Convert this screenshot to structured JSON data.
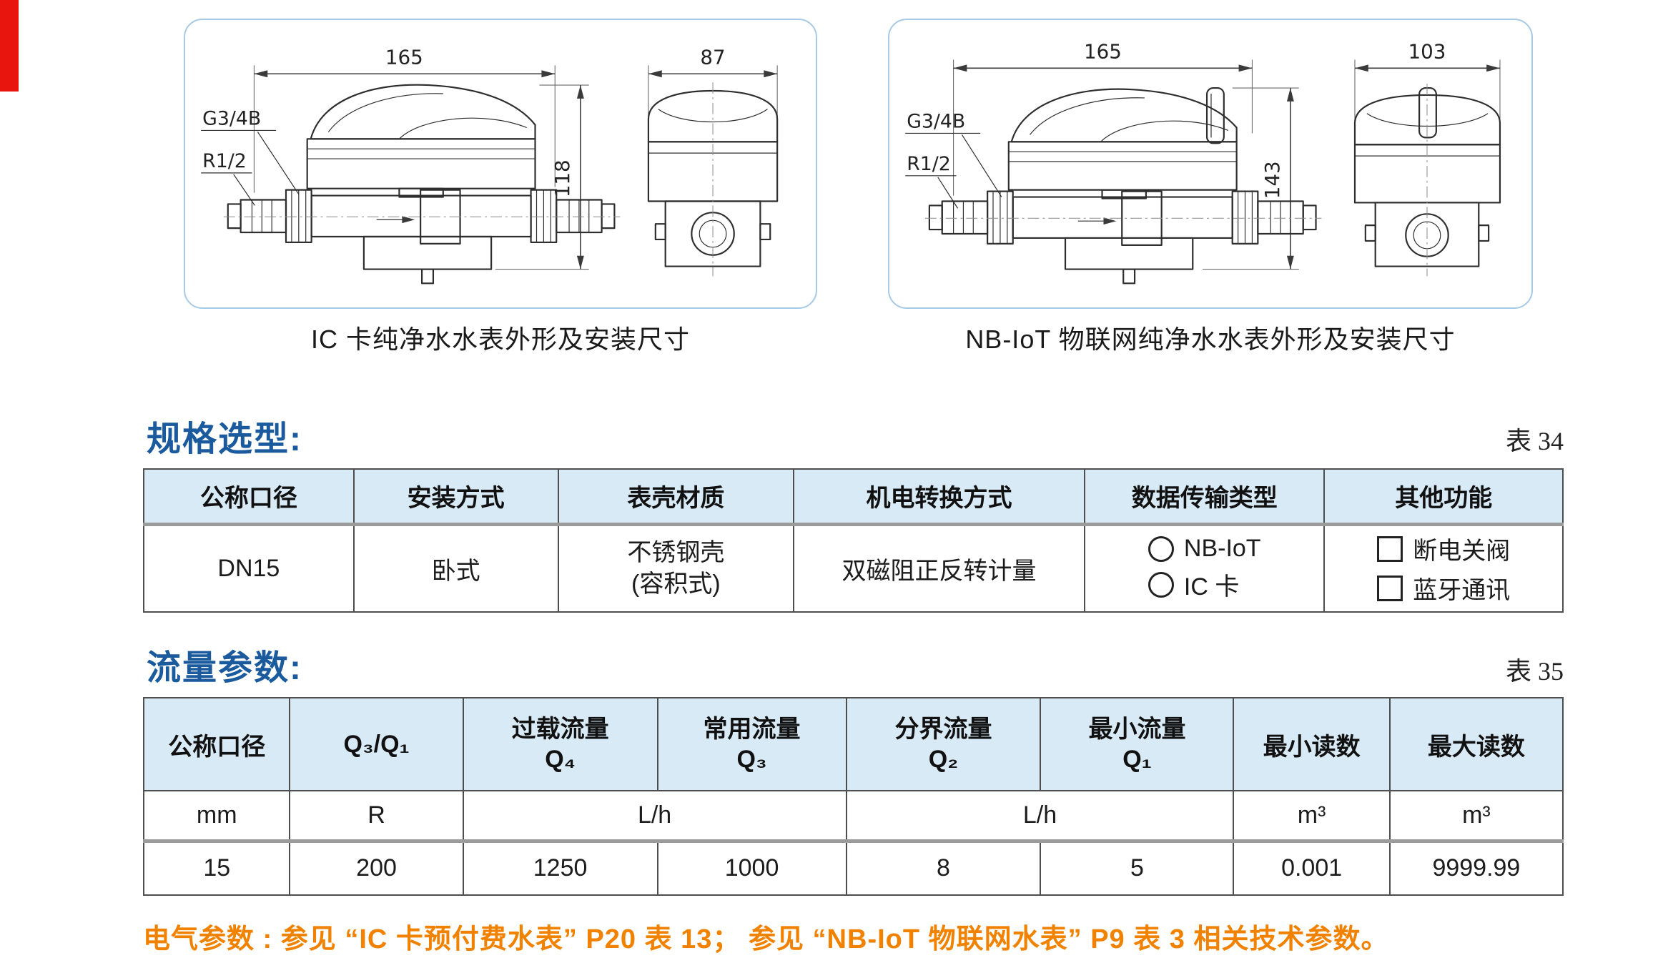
{
  "page": {
    "background": "#ffffff",
    "accent_blue": "#1b5b9d",
    "table_header_bg": "#d8eaf6",
    "note_orange": "#f08200",
    "edge_tab_red": "#e8150f"
  },
  "drawings": [
    {
      "caption": "IC 卡纯净水水表外形及安装尺寸",
      "dim_length": "165",
      "dim_width": "87",
      "dim_height": "118",
      "thread_top": "G3/4B",
      "thread_bottom": "R1/2"
    },
    {
      "caption": "NB-IoT 物联网纯净水水表外形及安装尺寸",
      "dim_length": "165",
      "dim_width": "103",
      "dim_height": "143",
      "thread_top": "G3/4B",
      "thread_bottom": "R1/2"
    }
  ],
  "spec_section": {
    "title": "规格选型:",
    "table_label": "表 34",
    "columns": [
      "公称口径",
      "安装方式",
      "表壳材质",
      "机电转换方式",
      "数据传输类型",
      "其他功能"
    ],
    "row": {
      "nominal_diameter": "DN15",
      "installation": "卧式",
      "shell_lines": [
        "不锈钢壳",
        "(容积式)"
      ],
      "conversion": "双磁阻正反转计量",
      "transmission_options": [
        {
          "marker": "○",
          "label": "NB-IoT"
        },
        {
          "marker": "○",
          "label": "IC 卡"
        }
      ],
      "other_functions": [
        {
          "marker": "□",
          "label": "断电关阀"
        },
        {
          "marker": "□",
          "label": "蓝牙通讯"
        }
      ]
    }
  },
  "flow_section": {
    "title": "流量参数:",
    "table_label": "表 35",
    "columns": [
      {
        "top": "公称口径",
        "sub": ""
      },
      {
        "top": "Q₃/Q₁",
        "sub": ""
      },
      {
        "top": "过载流量",
        "sub": "Q₄"
      },
      {
        "top": "常用流量",
        "sub": "Q₃"
      },
      {
        "top": "分界流量",
        "sub": "Q₂"
      },
      {
        "top": "最小流量",
        "sub": "Q₁"
      },
      {
        "top": "最小读数",
        "sub": ""
      },
      {
        "top": "最大读数",
        "sub": ""
      }
    ],
    "units": {
      "diameter": "mm",
      "ratio": "R",
      "flow_high_span": "L/h",
      "flow_low_span": "L/h",
      "min_reading": "m³",
      "max_reading": "m³"
    },
    "values": {
      "diameter": "15",
      "ratio": "200",
      "q4": "1250",
      "q3": "1000",
      "q2": "8",
      "q1": "5",
      "min_reading": "0.001",
      "max_reading": "9999.99"
    }
  },
  "note": "电气参数 : 参见 “IC 卡预付费水表” P20 表 13； 参见 “NB-IoT 物联网水表” P9 表 3 相关技术参数。"
}
